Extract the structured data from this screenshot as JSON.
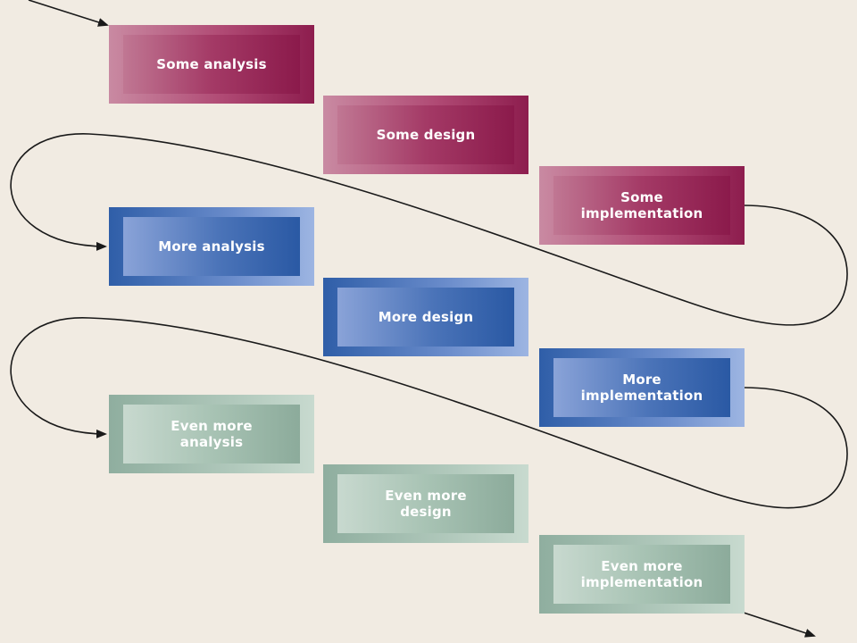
{
  "colors": {
    "background": "#f1ebe2",
    "analysis_design_phase_1": "#8d1d4e",
    "phase_2": "#2f5ea8",
    "phase_3": "#8fae9f",
    "connector": "#1a1a1a"
  },
  "steps": [
    {
      "label": "Some analysis",
      "phase": 1
    },
    {
      "label": "Some design",
      "phase": 1
    },
    {
      "label": "Some\nimplementation",
      "phase": 1
    },
    {
      "label": "More analysis",
      "phase": 2
    },
    {
      "label": "More design",
      "phase": 2
    },
    {
      "label": "More\nimplementation",
      "phase": 2
    },
    {
      "label": "Even more\nanalysis",
      "phase": 3
    },
    {
      "label": "Even more\ndesign",
      "phase": 3
    },
    {
      "label": "Even more\nimplementation",
      "phase": 3
    }
  ]
}
